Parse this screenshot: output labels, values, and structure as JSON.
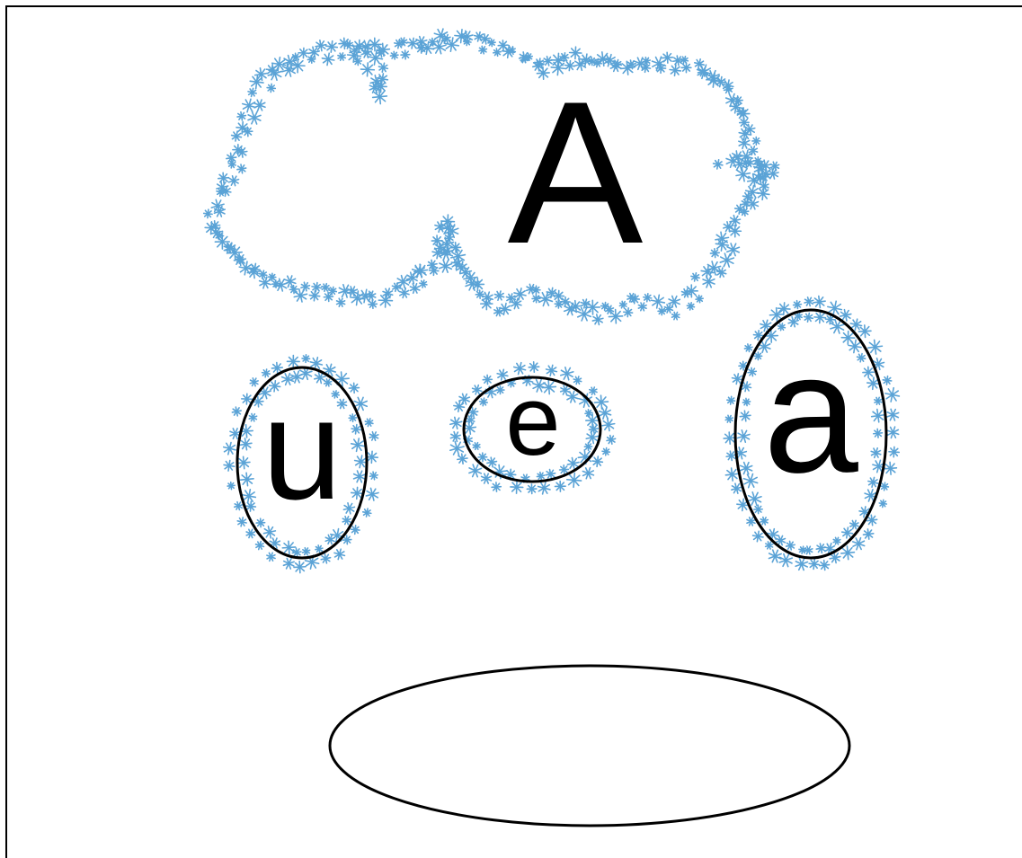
{
  "diagram": {
    "colors": {
      "ink": "#000000",
      "star": "#5ba3d6",
      "background": "#ffffff"
    },
    "icons": [
      "asterisk-star-icon"
    ],
    "labels": {
      "cloud_letter": "A",
      "left_letter": "u",
      "middle_letter": "e",
      "right_letter": "a"
    }
  }
}
